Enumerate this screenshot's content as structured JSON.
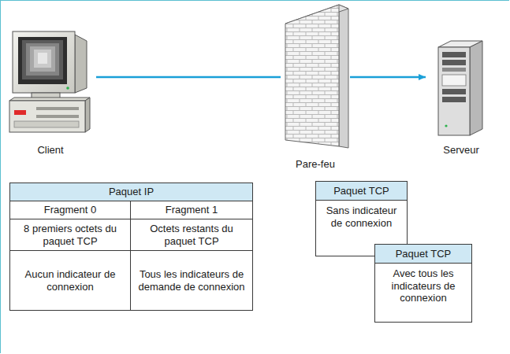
{
  "diagram": {
    "nodes": [
      {
        "text": [
          "Client"
        ]
      },
      {
        "text": [
          "Pare-feu"
        ]
      },
      {
        "text": [
          "Serveur"
        ]
      },
      {
        "text": [
          "Paquet TCP",
          "Sans indicateur de connexion"
        ]
      },
      {
        "text": [
          "Paquet TCP",
          "Avec tous les indicateurs de connexion"
        ]
      }
    ],
    "edges": [
      {
        "from": 0,
        "to": 1,
        "arrow": "none"
      },
      {
        "from": 1,
        "to": 2,
        "arrow": "to"
      }
    ],
    "labels": [
      "Paquet IP",
      "Fragment 0",
      "Fragment 1",
      "8 premiers octets du paquet TCP",
      "Octets restants du paquet TCP",
      "Aucun indicateur de connexion",
      "Tous les indicateurs de demande de connexion"
    ]
  }
}
